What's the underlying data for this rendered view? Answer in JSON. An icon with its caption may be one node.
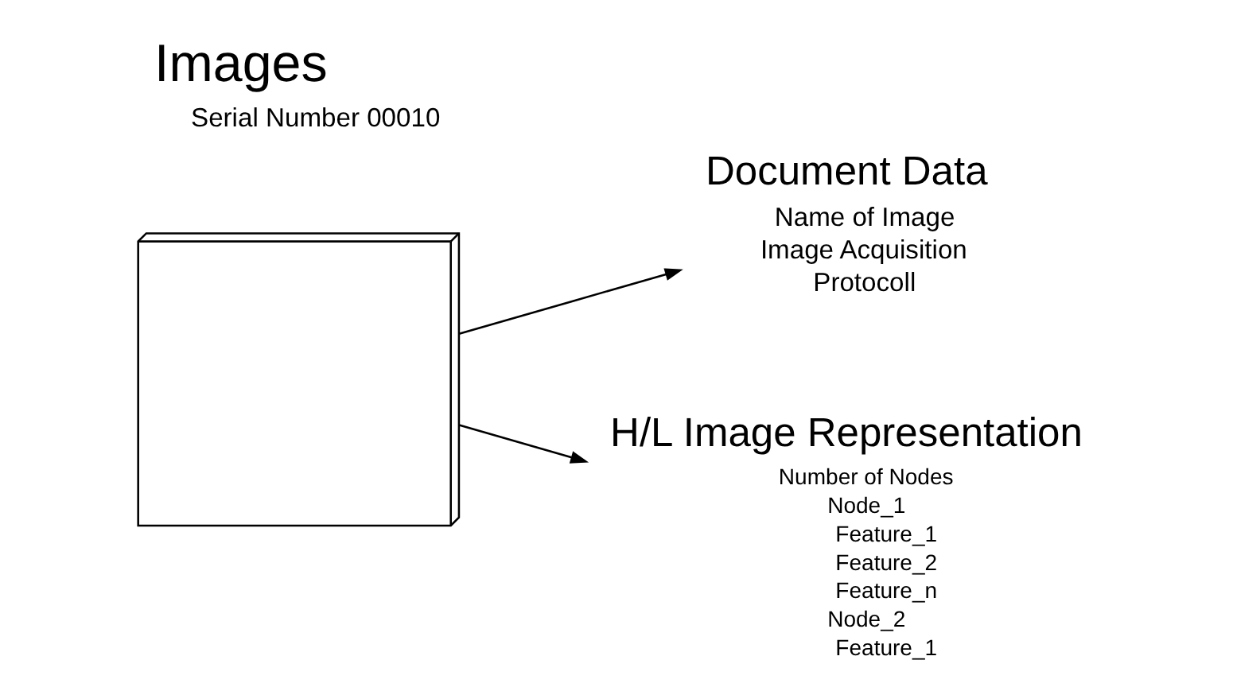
{
  "diagram": {
    "nodes": [
      {
        "text": [
          "Images",
          "Serial Number 00010"
        ]
      },
      {
        "text": [],
        "shape": "picture"
      },
      {
        "text": [
          "Document Data",
          "Name of Image",
          "Image Acquisition",
          "Protocoll"
        ]
      },
      {
        "text": [
          "H/L Image Representation",
          "Number of Nodes",
          "Node_1",
          "Feature_1",
          "Feature_2",
          "Feature_n",
          "Node_2",
          "Feature_1"
        ]
      }
    ],
    "edges": [
      {
        "from": 1,
        "to": 2,
        "arrow": "to"
      },
      {
        "from": 1,
        "to": 3,
        "arrow": "to"
      }
    ]
  }
}
